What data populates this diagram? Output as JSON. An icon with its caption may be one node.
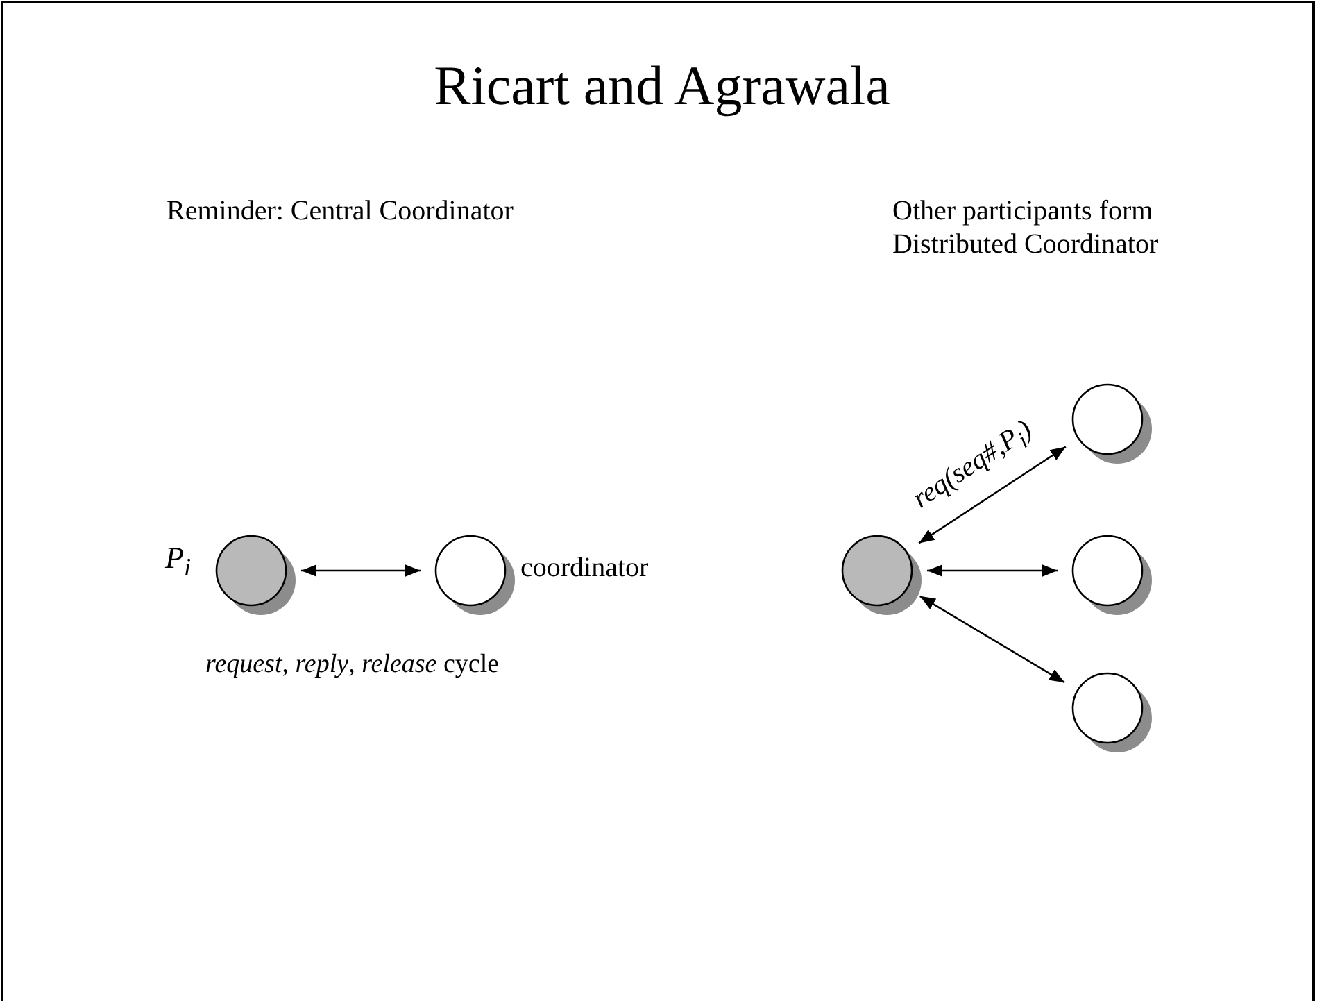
{
  "diagram": {
    "title": "Ricart and Agrawala",
    "nodes": [
      {
        "text": [],
        "shape": "circle",
        "beside": [
          "P$_{i}$"
        ]
      },
      {
        "text": [],
        "shape": "circle",
        "beside": [
          "coordinator"
        ]
      },
      {
        "text": [],
        "shape": "circle"
      },
      {
        "text": [],
        "shape": "circle"
      },
      {
        "text": [],
        "shape": "circle"
      },
      {
        "text": [],
        "shape": "circle"
      }
    ],
    "edges": [
      {
        "from": 0,
        "to": 1,
        "arrow": "both"
      },
      {
        "from": 2,
        "to": 3,
        "arrow": "both",
        "label": "req(seq#,P$_{i}$)"
      },
      {
        "from": 2,
        "to": 4,
        "arrow": "both"
      },
      {
        "from": 2,
        "to": 5,
        "arrow": "both"
      }
    ],
    "labels": [
      "Reminder: Central Coordinator",
      "Other participants form Distributed Coordinator",
      "*request*, *reply*, *release* cycle"
    ]
  }
}
